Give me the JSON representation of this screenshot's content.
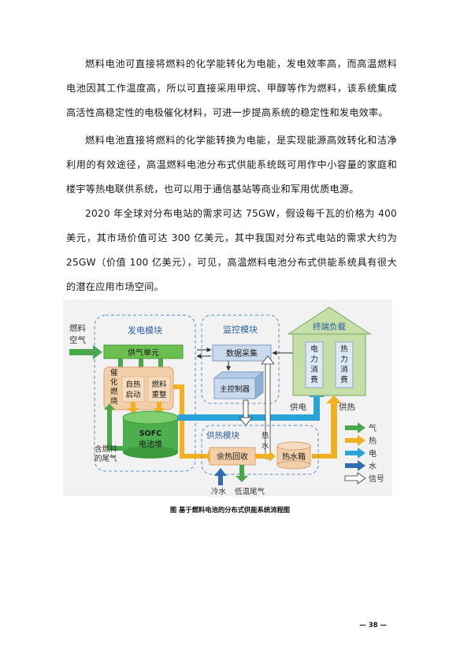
{
  "paragraphs": [
    "燃料电池可直接将燃料的化学能转化为电能，发电效率高，而高温燃料电池因其工作温度高，所以可直接采用甲烷、甲醇等作为燃料，该系统集成高活性高稳定性的电极催化材料，可进一步提高系统的稳定性和发电效率。",
    "燃料电池直接将燃料的化学能转换为电能，是实现能源高效转化和洁净利用的有效途径，高温燃料电池分布式供能系统既可用作中小容量的家庭和楼宇等热电联供系统，也可以用于通信基站等商业和军用优质电源。",
    "2020 年全球对分布电站的需求可达 75GW，假设每千瓦的价格为 400 美元，其市场价值可达 300 亿美元，其中我国对分布式电站的需求大约为 25GW（价值 100 亿美元），可见，高温燃料电池分布式供能系统具有很大的潜在应用市场空间。"
  ],
  "diagram": {
    "inputs": {
      "fuel": "燃料",
      "air": "空气"
    },
    "power_module": {
      "title": "发电模块",
      "gas_supply": "供气单元",
      "catalytic": [
        "催",
        "化",
        "燃",
        "烧"
      ],
      "self_heat_1": "自热",
      "self_heat_2": "启动",
      "reform_1": "燃料",
      "reform_2": "重整",
      "stack_1": "SOFC",
      "stack_2": "电池堆",
      "exhaust_label": [
        "含燃料",
        "的尾气"
      ]
    },
    "monitor_module": {
      "title": "监控模块",
      "data_acq": "数据采集",
      "controller": "主控制器"
    },
    "terminal_load": {
      "title": "终端负载",
      "power_use": [
        "电",
        "力",
        "消",
        "费"
      ],
      "heat_use": [
        "热",
        "力",
        "消",
        "费"
      ]
    },
    "supply_power": "供电",
    "supply_heat": "供热",
    "heat_module": {
      "title": "供热模块",
      "recovery": "余热回收",
      "tank": "热水箱",
      "hot_water": [
        "热",
        "水"
      ],
      "cold_water": "冷水",
      "low_temp_exhaust": "低温尾气"
    },
    "legend": [
      {
        "label": "气",
        "color": "#4aa84a"
      },
      {
        "label": "热",
        "color": "#f0b020"
      },
      {
        "label": "电",
        "color": "#2aa3d8"
      },
      {
        "label": "水",
        "color": "#2f6fb0"
      },
      {
        "label": "信号",
        "color": "#ffffff"
      }
    ]
  },
  "caption": "图 基于燃料电池的分布式供能系统流程图",
  "page_number": "— 38 —"
}
